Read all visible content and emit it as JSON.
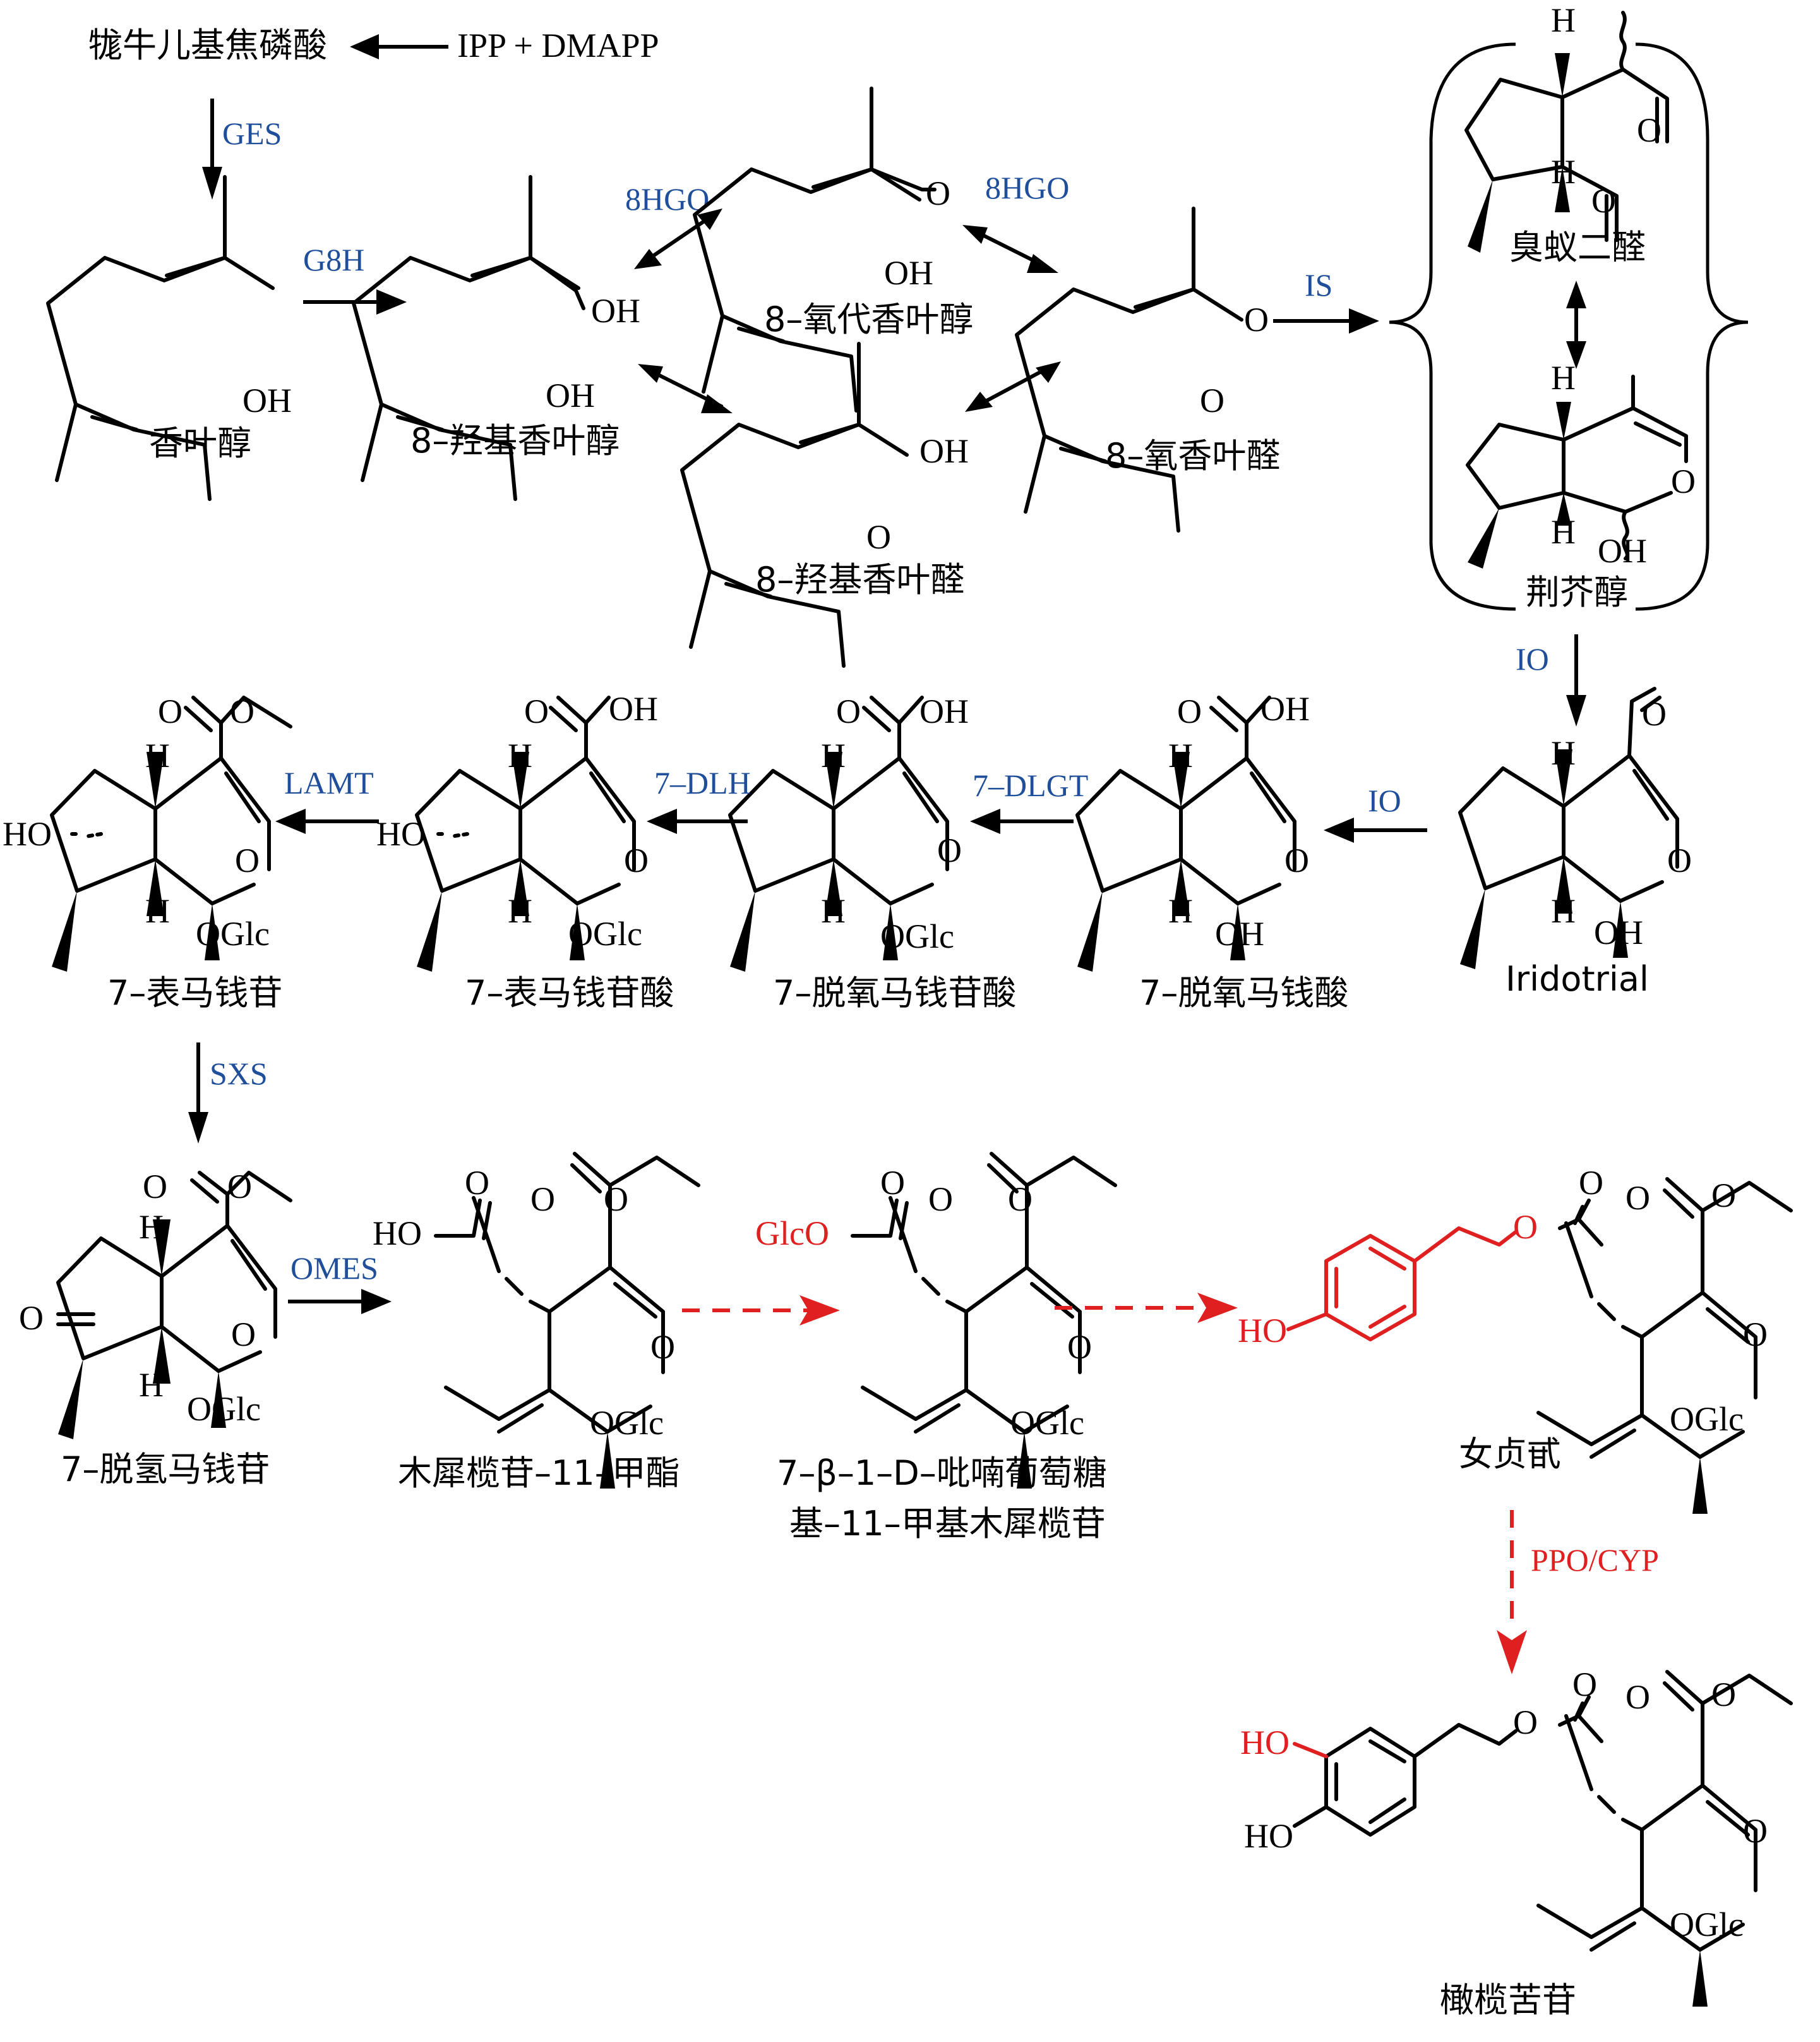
{
  "figure": {
    "title": "Oleuropein biosynthesis pathway",
    "colors": {
      "structure": "#000000",
      "enzyme_known": "#1f4e9b",
      "putative_step": "#e02020"
    }
  },
  "precursors": {
    "gpp_label": "牻牛儿基焦磷酸",
    "ipp_dmapp_label": "IPP + DMAPP"
  },
  "compounds": [
    {
      "id": "geraniol",
      "name": "香叶醇",
      "atoms": [
        "OH"
      ]
    },
    {
      "id": "8-hydroxygeraniol",
      "name": "8–羟基香叶醇",
      "atoms": [
        "OH",
        "OH"
      ]
    },
    {
      "id": "8-oxogeraniol",
      "name": "8–氧代香叶醇",
      "atoms": [
        "O",
        "OH"
      ]
    },
    {
      "id": "8-hydroxygeranial",
      "name": "8–羟基香叶醛",
      "atoms": [
        "OH",
        "O"
      ]
    },
    {
      "id": "8-oxogeranial",
      "name": "8–氧香叶醛",
      "atoms": [
        "O",
        "O"
      ]
    },
    {
      "id": "iridodial",
      "name": "臭蚁二醛",
      "atoms": [
        "H",
        "H",
        "O",
        "O"
      ]
    },
    {
      "id": "nepetalactol",
      "name": "荆芥醇",
      "atoms": [
        "H",
        "H",
        "O",
        "OH"
      ]
    },
    {
      "id": "iridotrial",
      "name": "Iridotrial",
      "atoms": [
        "H",
        "H",
        "O",
        "O",
        "OH"
      ]
    },
    {
      "id": "7-deoxyloganetic-acid",
      "name": "7–脱氧马钱酸",
      "atoms": [
        "O",
        "OH",
        "H",
        "H",
        "O",
        "OH"
      ]
    },
    {
      "id": "7-deoxyloganic-acid",
      "name": "7–脱氧马钱苷酸",
      "atoms": [
        "O",
        "OH",
        "H",
        "H",
        "O",
        "OGlc"
      ]
    },
    {
      "id": "7-epiloganic-acid",
      "name": "7–表马钱苷酸",
      "atoms": [
        "O",
        "OH",
        "H",
        "H",
        "HO",
        "O",
        "OGlc"
      ]
    },
    {
      "id": "7-epiloganin",
      "name": "7–表马钱苷",
      "atoms": [
        "O",
        "O",
        "H",
        "H",
        "HO",
        "O",
        "OGlc"
      ]
    },
    {
      "id": "7-ketologanin",
      "name": "7–脱氢马钱苷",
      "atoms": [
        "O",
        "O",
        "H",
        "H",
        "O",
        "O",
        "OGlc"
      ]
    },
    {
      "id": "oleoside-11-methyl-ester",
      "name": "木犀榄苷–11–甲酯",
      "atoms": [
        "O",
        "HO",
        "O",
        "O",
        "O",
        "OGlc"
      ]
    },
    {
      "id": "7-glucosyl-oleoside",
      "name_line1": "7–β–1–D–吡喃葡萄糖",
      "name_line2": "基–11–甲基木犀榄苷",
      "name_italic": "D",
      "atoms": [
        "O",
        "GlcO",
        "O",
        "O",
        "O",
        "OGlc"
      ]
    },
    {
      "id": "ligstroside",
      "name": "女贞甙",
      "atoms": [
        "HO",
        "O",
        "O",
        "O",
        "O",
        "O",
        "OGlc"
      ]
    },
    {
      "id": "oleuropein",
      "name": "橄榄苦苷",
      "atoms": [
        "HO",
        "HO",
        "O",
        "O",
        "O",
        "O",
        "O",
        "OGlc"
      ]
    }
  ],
  "enzymes": {
    "ges": "GES",
    "g8h": "G8H",
    "hgo_1": "8HGO",
    "hgo_2": "8HGO",
    "is": "IS",
    "io_1": "IO",
    "io_2": "IO",
    "dlgt": "7–DLGT",
    "dlh": "7–DLH",
    "lamt": "LAMT",
    "sxs": "SXS",
    "omes": "OMES",
    "ppo_cyp": "PPO/CYP"
  }
}
